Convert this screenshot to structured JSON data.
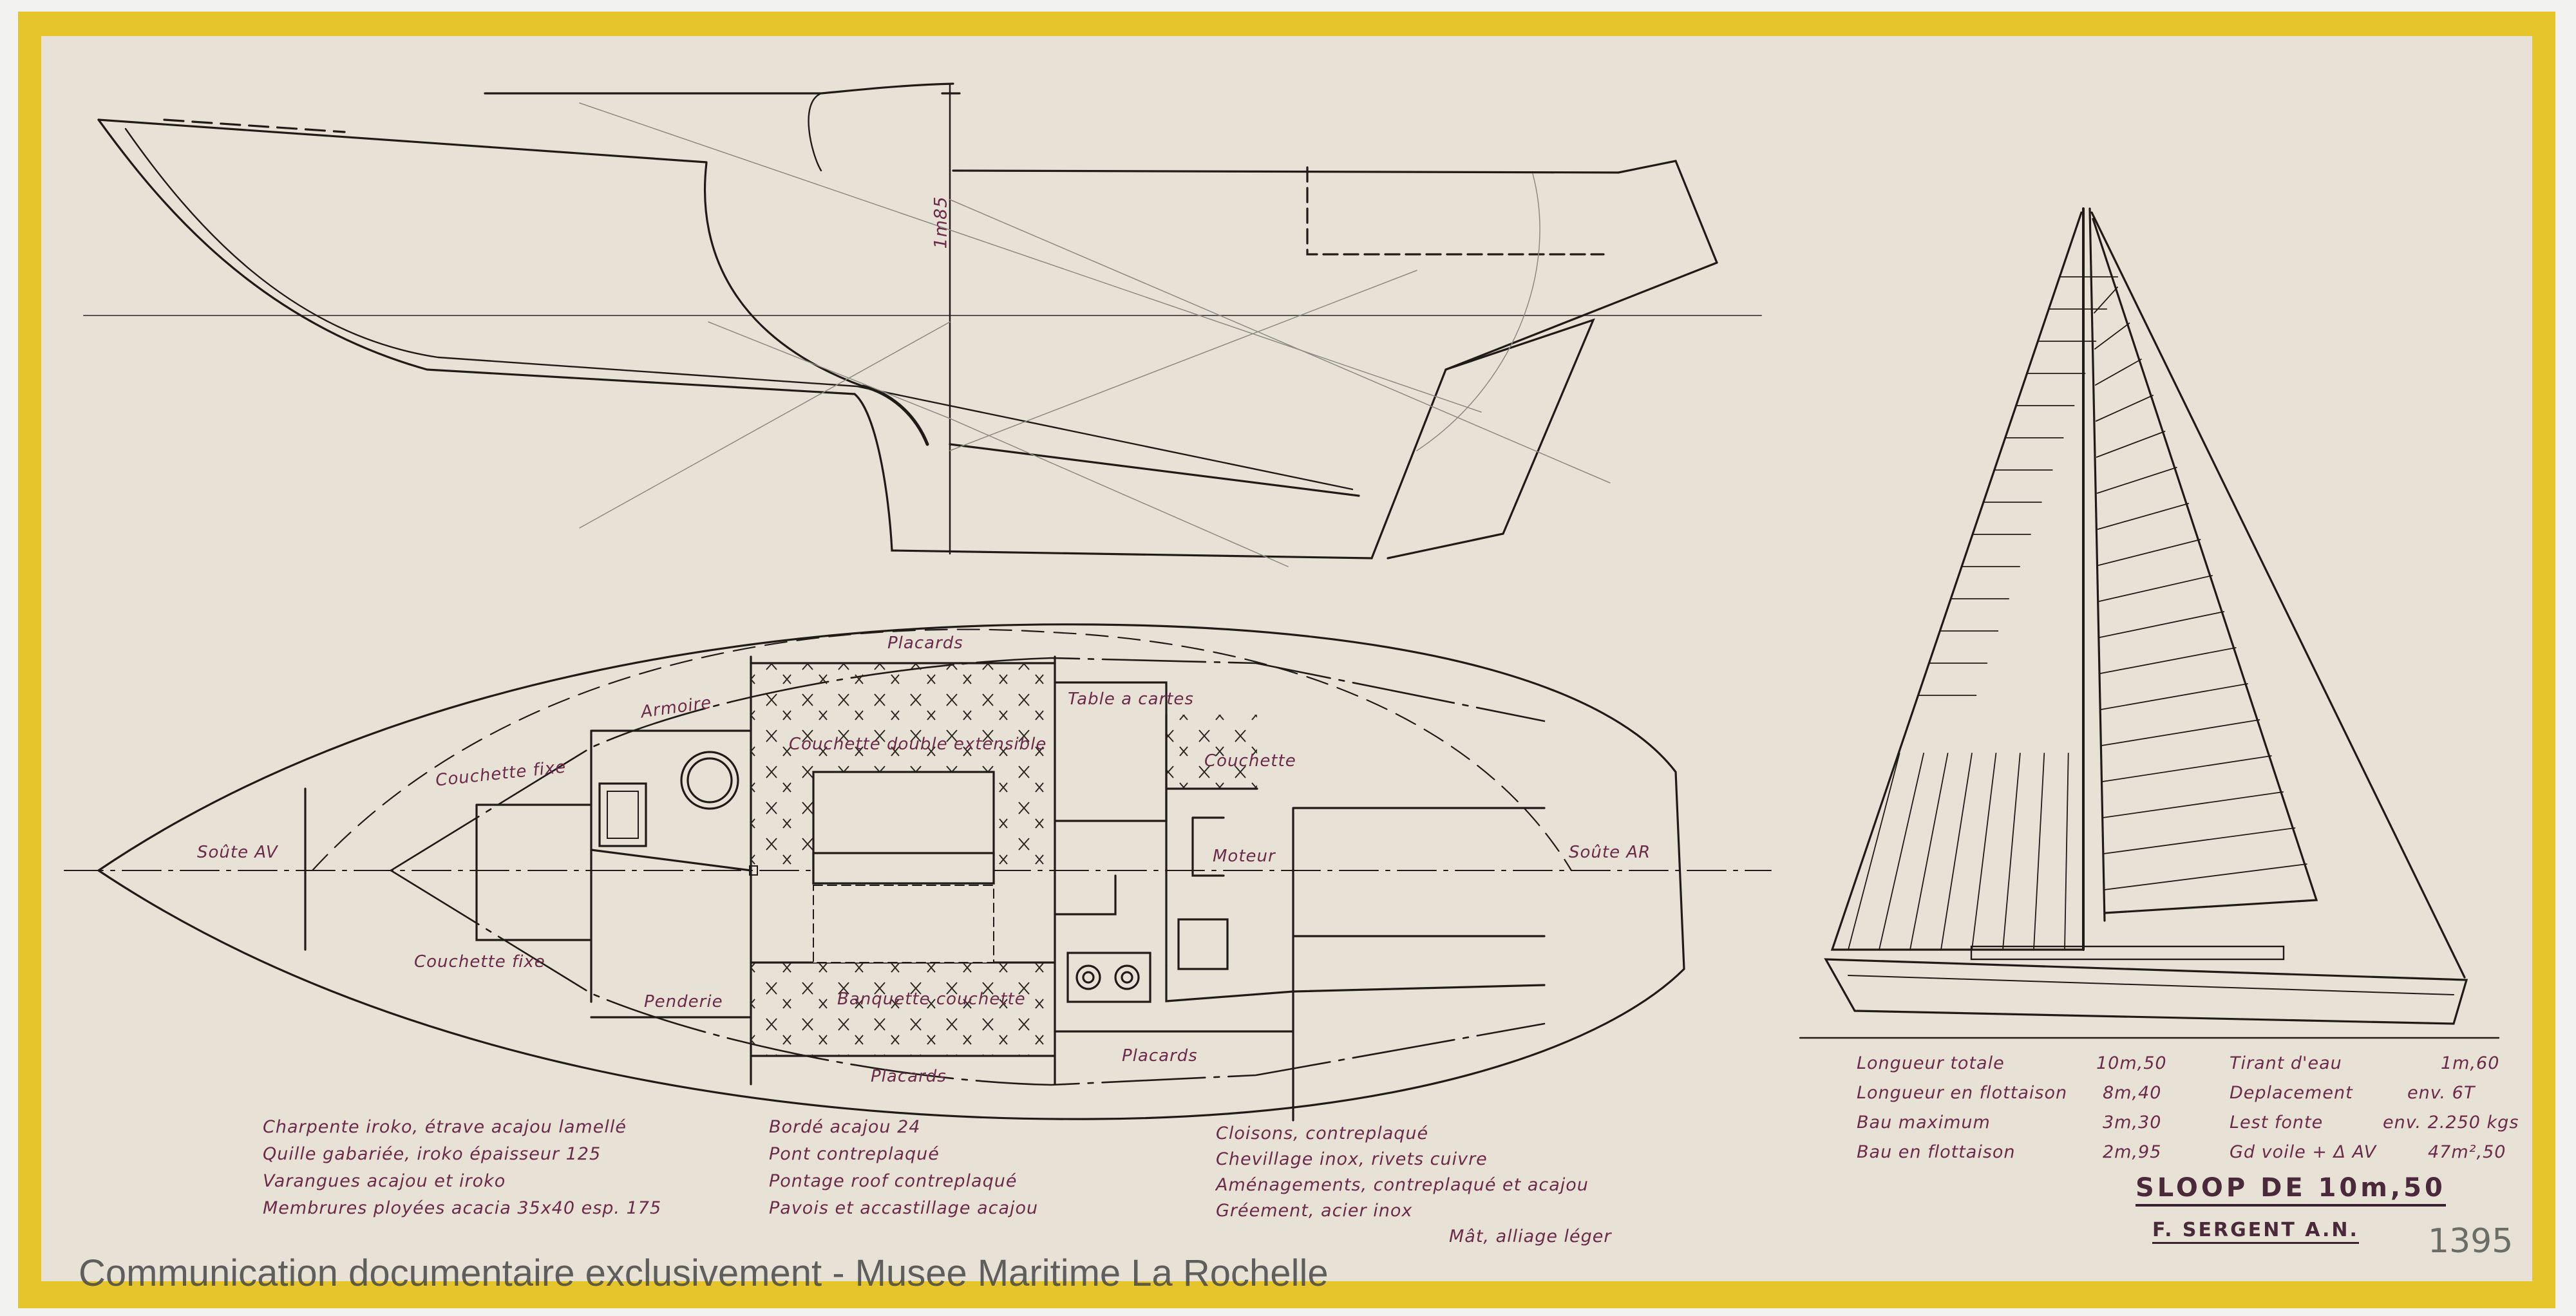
{
  "colors": {
    "paper": "#e8e2d6",
    "frame": "#e6c52c",
    "ink": "#1f1b18",
    "annotation": "#6a2a4a"
  },
  "profile": {
    "height_dimension": "1m85"
  },
  "plan_labels": {
    "placards_top": "Placards",
    "armoire": "Armoire",
    "table_a_cartes": "Table a cartes",
    "couchette_double": "Couchette double extensible",
    "couchette_fixe_top": "Couchette fixe",
    "couchette": "Couchette",
    "soute_av": "Soûte AV",
    "moteur": "Moteur",
    "soute_ar": "Soûte AR",
    "couchette_fixe_bottom": "Couchette fixe",
    "penderie": "Penderie",
    "banquette": "Banquette couchette",
    "placards_bottom_right": "Placards",
    "placards_bottom": "Placards"
  },
  "notes": {
    "col1": [
      "Charpente iroko, étrave acajou lamellé",
      "Quille gabariée, iroko épaisseur 125",
      "Varangues acajou et iroko",
      "Membrures ployées acacia 35x40 esp. 175"
    ],
    "col2": [
      "Bordé acajou 24",
      "Pont contreplaqué",
      "Pontage roof contreplaqué",
      "Pavois et accastillage acajou"
    ],
    "col3": [
      "Cloisons, contreplaqué",
      "Chevillage inox, rivets cuivre",
      "Aménagements, contreplaqué et acajou",
      "Gréement, acier inox",
      "Mât, alliage léger"
    ]
  },
  "specs": {
    "left": [
      {
        "label": "Longueur totale",
        "value": "10m,50"
      },
      {
        "label": "Longueur en flottaison",
        "value": "8m,40"
      },
      {
        "label": "Bau maximum",
        "value": "3m,30"
      },
      {
        "label": "Bau en flottaison",
        "value": "2m,95"
      }
    ],
    "right": [
      {
        "label": "Tirant d'eau",
        "value": "1m,60"
      },
      {
        "label": "Deplacement",
        "value": "env. 6T"
      },
      {
        "label": "Lest fonte",
        "value": "env. 2.250 kgs"
      },
      {
        "label": "Gd voile + Δ AV",
        "value": "47m²,50"
      }
    ]
  },
  "title": {
    "main": "SLOOP DE 10m,50",
    "designer": "F. SERGENT A.N."
  },
  "archive_number": "1395",
  "watermark": "Communication documentaire exclusivement - Musee Maritime La Rochelle"
}
